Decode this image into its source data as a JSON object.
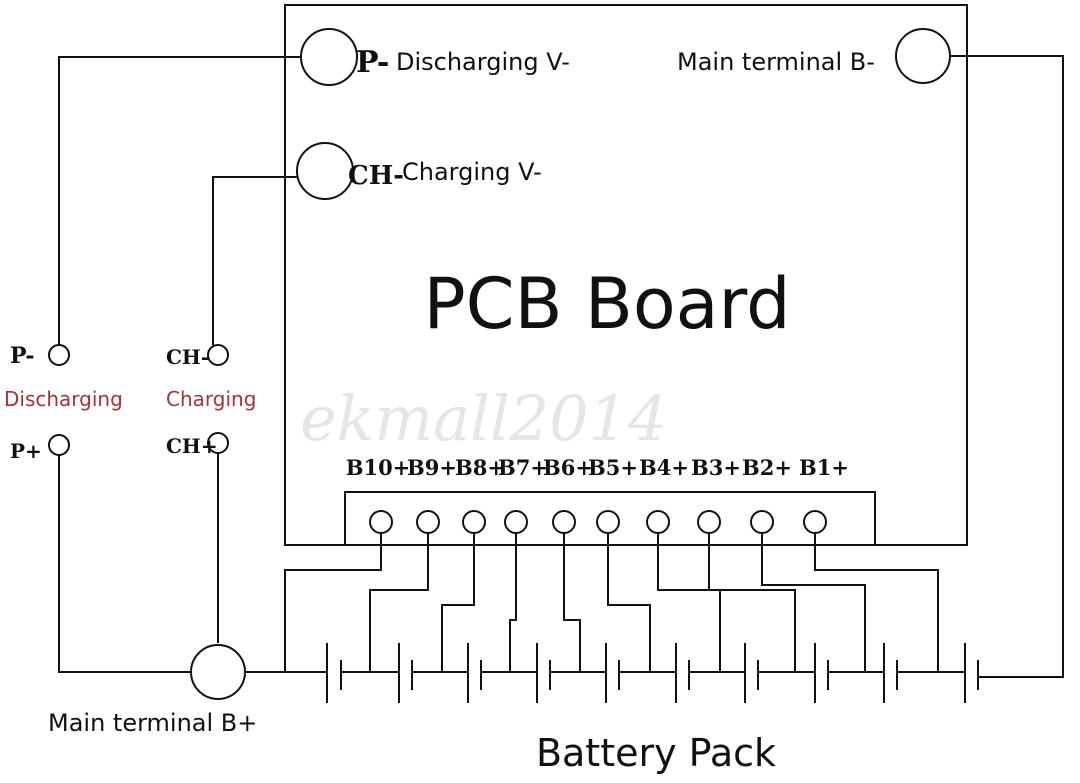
{
  "pcb": {
    "title": "PCB Board",
    "p_minus_code": "P-",
    "p_minus_desc": "Discharging V-",
    "ch_minus_code": "CH-",
    "ch_minus_desc": "Charging V-",
    "b_minus_label": "Main terminal B-"
  },
  "terminals": [
    "B10+",
    "B9+",
    "B8+",
    "B7+",
    "B6+",
    "B5+",
    "B4+",
    "B3+",
    "B2+",
    "B1+"
  ],
  "left_ports": {
    "p_minus": "P-",
    "ch_minus": "CH-",
    "discharging": "Discharging",
    "charging": "Charging",
    "p_plus": "P+",
    "ch_plus": "CH+"
  },
  "battery": {
    "b_plus_label": "Main terminal B+",
    "pack_label": "Battery Pack",
    "cells": 10
  },
  "watermark": "ekmall2014",
  "colors": {
    "line": "#111111",
    "port_label_red": "#a8323a"
  }
}
